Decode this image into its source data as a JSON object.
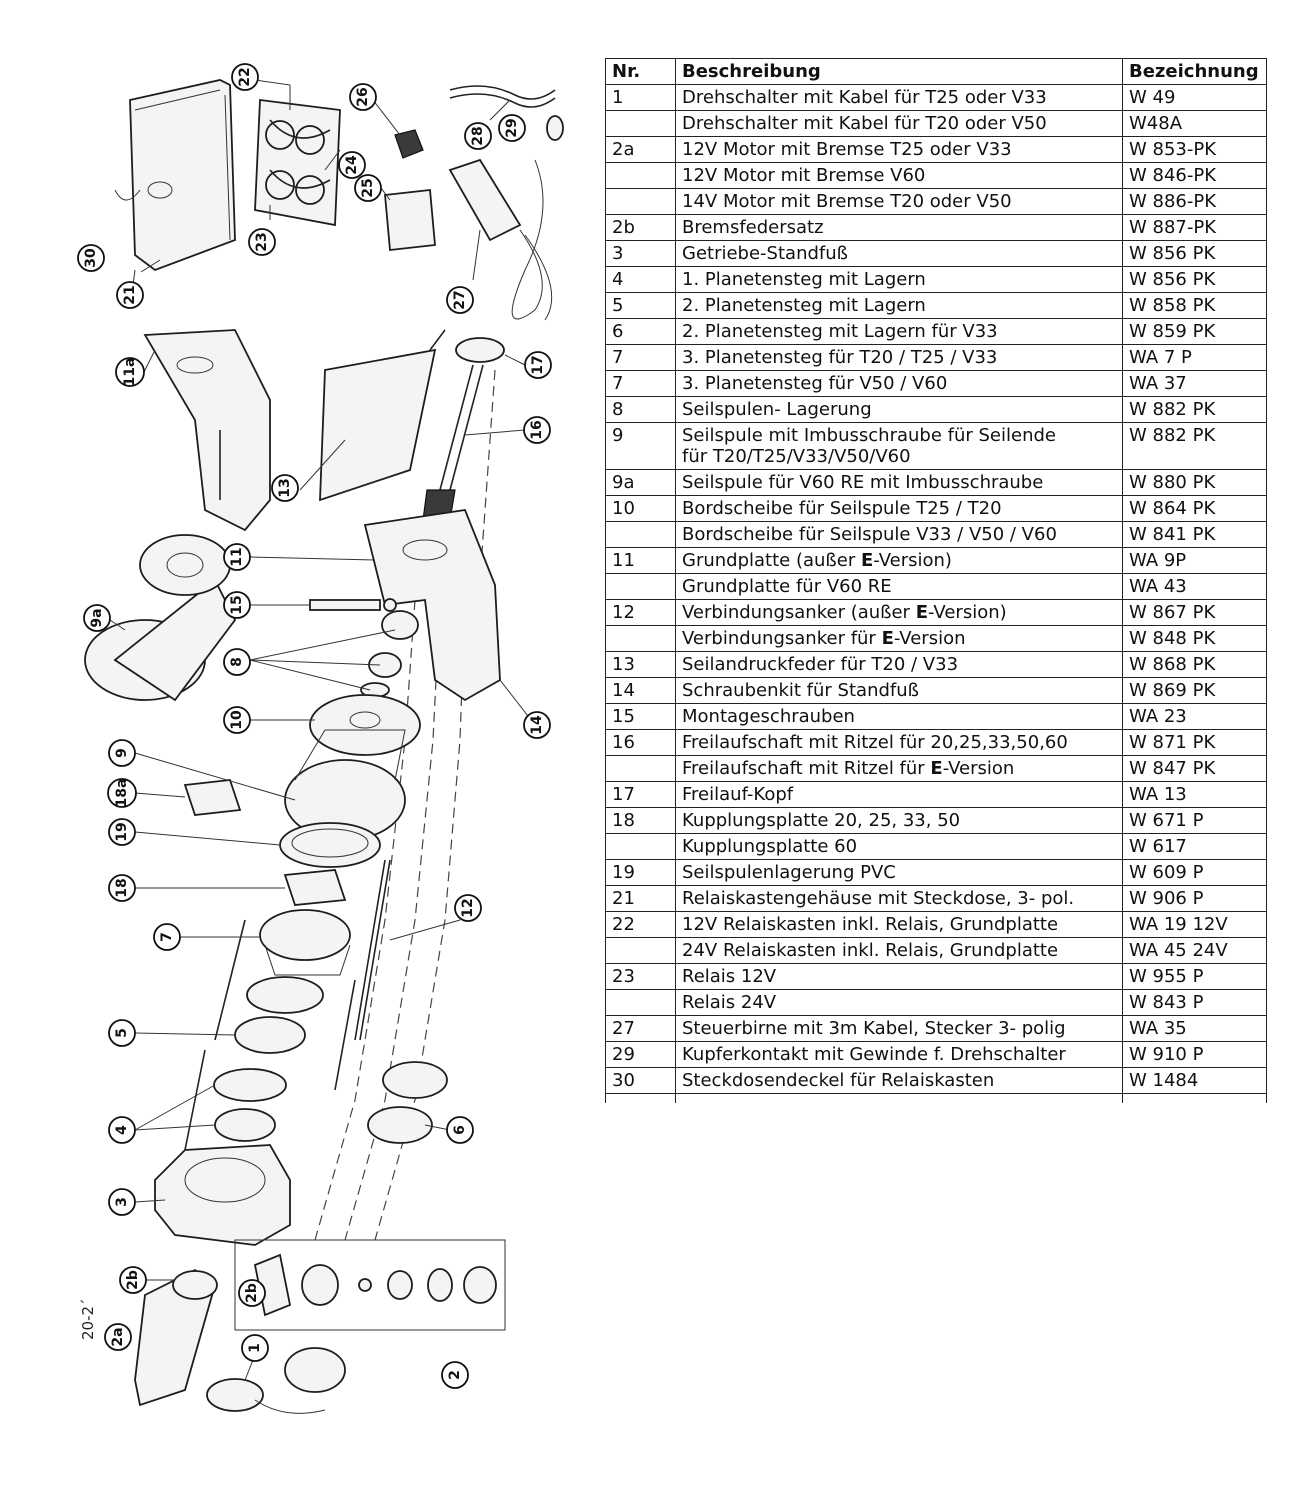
{
  "figure": {
    "side_code": "20-2´",
    "callouts": [
      "22",
      "26",
      "28",
      "29",
      "21",
      "30",
      "25",
      "23",
      "24",
      "27",
      "11a",
      "17",
      "16",
      "13",
      "11",
      "9a",
      "15",
      "8",
      "14",
      "10",
      "9",
      "18a",
      "19",
      "18",
      "12",
      "7",
      "5",
      "4",
      "6",
      "3",
      "2b",
      "2a",
      "1",
      "2"
    ]
  },
  "table": {
    "headers": {
      "nr": "Nr.",
      "beschreibung": "Beschreibung",
      "bezeichnung": "Bezeichnung"
    },
    "rows": [
      {
        "nr": "1",
        "desc": "Drehschalter mit Kabel für T25 oder V33",
        "code": "W 49"
      },
      {
        "nr": "",
        "desc": "Drehschalter mit Kabel für T20 oder V50",
        "code": "W48A"
      },
      {
        "nr": "2a",
        "desc": "12V Motor mit Bremse T25 oder V33",
        "code": "W 853-PK"
      },
      {
        "nr": "",
        "desc": "12V Motor mit Bremse V60",
        "code": "W 846-PK"
      },
      {
        "nr": "",
        "desc": "14V Motor mit Bremse T20 oder V50",
        "code": "W 886-PK"
      },
      {
        "nr": "2b",
        "desc": "Bremsfedersatz",
        "code": "W 887-PK"
      },
      {
        "nr": "3",
        "desc": "Getriebe-Standfuß",
        "code": "W 856 PK"
      },
      {
        "nr": "4",
        "desc": "1. Planetensteg mit Lagern",
        "code": "W 856 PK"
      },
      {
        "nr": "5",
        "desc": "2. Planetensteg mit Lagern",
        "code": "W 858 PK"
      },
      {
        "nr": "6",
        "desc": "2. Planetensteg mit Lagern für V33",
        "code": "W 859 PK"
      },
      {
        "nr": "7",
        "desc": "3. Planetensteg für T20 / T25 / V33",
        "code": "WA 7 P"
      },
      {
        "nr": "7",
        "desc": "3. Planetensteg für V50 / V60",
        "code": "WA 37"
      },
      {
        "nr": "8",
        "desc": "Seilspulen- Lagerung",
        "code": "W 882 PK"
      },
      {
        "nr": "9",
        "desc": "Seilspule mit Imbusschraube für Seilende",
        "desc2": "für T20/T25/V33/V50/V60",
        "code": "W 882 PK"
      },
      {
        "nr": "9a",
        "desc": "Seilspule für V60 RE mit Imbusschraube",
        "code": "W 880 PK"
      },
      {
        "nr": "10",
        "desc": "Bordscheibe für Seilspule T25 / T20",
        "code": "W 864 PK"
      },
      {
        "nr": "",
        "desc": "Bordscheibe für Seilspule V33 / V50 / V60",
        "code": "W 841 PK"
      },
      {
        "nr": "11",
        "desc_pre": "Grundplatte (außer ",
        "desc_e": "E",
        "desc_post": "-Version)",
        "code": "WA 9P"
      },
      {
        "nr": "",
        "desc": "Grundplatte für V60 RE",
        "code": "WA 43"
      },
      {
        "nr": "12",
        "desc_pre": "Verbindungsanker (außer ",
        "desc_e": "E",
        "desc_post": "-Version)",
        "code": "W 867 PK"
      },
      {
        "nr": "",
        "desc_pre": "Verbindungsanker für ",
        "desc_e": "E",
        "desc_post": "-Version",
        "code": "W 848 PK"
      },
      {
        "nr": "13",
        "desc": "Seilandruckfeder für T20 / V33",
        "code": "W 868 PK"
      },
      {
        "nr": "14",
        "desc": "Schraubenkit für Standfuß",
        "code": "W 869 PK"
      },
      {
        "nr": "15",
        "desc": "Montageschrauben",
        "code": "WA 23"
      },
      {
        "nr": "16",
        "desc": "Freilaufschaft mit Ritzel für 20,25,33,50,60",
        "code": "W 871 PK"
      },
      {
        "nr": "",
        "desc_pre": "Freilaufschaft mit Ritzel für ",
        "desc_e": "E",
        "desc_post": "-Version",
        "code": "W 847 PK"
      },
      {
        "nr": "17",
        "desc": "Freilauf-Kopf",
        "code": "WA 13"
      },
      {
        "nr": "18",
        "desc": "Kupplungsplatte 20, 25, 33, 50",
        "code": "W 671 P"
      },
      {
        "nr": "",
        "desc": "Kupplungsplatte 60",
        "code": "W 617"
      },
      {
        "nr": "19",
        "desc": "Seilspulenlagerung PVC",
        "code": "W 609 P"
      },
      {
        "nr": "21",
        "desc": "Relaiskastengehäuse mit Steckdose, 3- pol.",
        "code": "W 906 P"
      },
      {
        "nr": "22",
        "desc": "12V Relaiskasten inkl. Relais, Grundplatte",
        "code": "WA 19 12V"
      },
      {
        "nr": "",
        "desc": "24V Relaiskasten inkl. Relais, Grundplatte",
        "code": "WA 45 24V"
      },
      {
        "nr": "23",
        "desc": "Relais 12V",
        "code": "W 955 P"
      },
      {
        "nr": "",
        "desc": "Relais 24V",
        "code": "W 843 P"
      },
      {
        "nr": "27",
        "desc": "Steuerbirne mit 3m Kabel, Stecker 3- polig",
        "code": "WA 35"
      },
      {
        "nr": "29",
        "desc": "Kupferkontakt mit Gewinde f. Drehschalter",
        "code": "W 910 P"
      },
      {
        "nr": "30",
        "desc": "Steckdosendeckel für Relaiskasten",
        "code": "W 1484"
      }
    ]
  }
}
